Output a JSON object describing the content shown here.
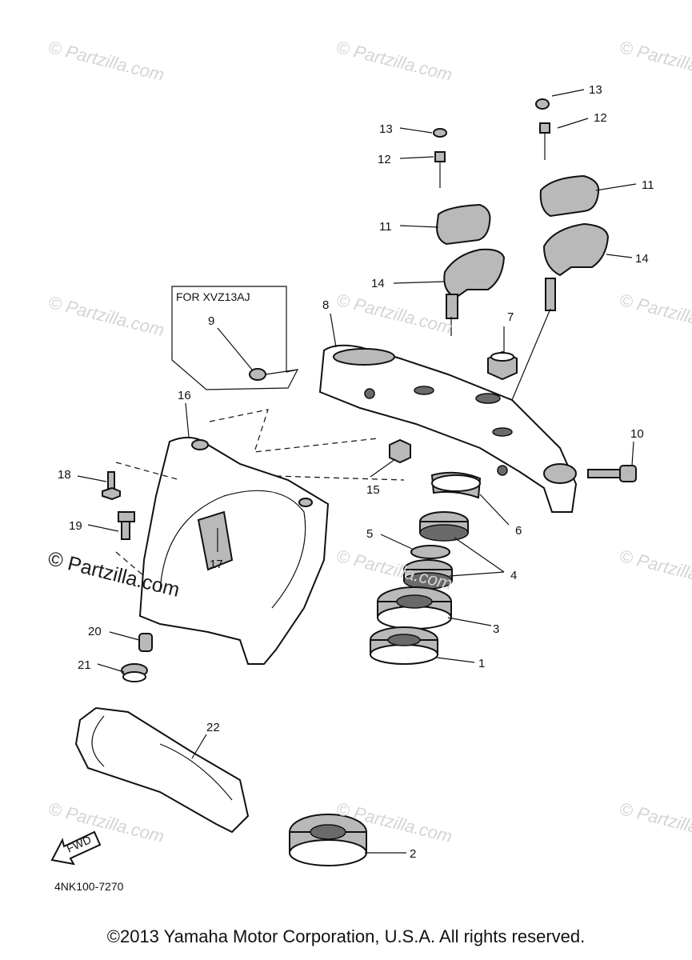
{
  "watermark": "© Partzilla.com",
  "box_title": "FOR XVZ13AJ",
  "fwd_label": "FWD",
  "diagram_code": "4NK100-7270",
  "copyright": "©2013 Yamaha Motor Corporation, U.S.A. All rights reserved.",
  "callouts": [
    "1",
    "2",
    "3",
    "4",
    "4",
    "5",
    "6",
    "7",
    "8",
    "9",
    "10",
    "11",
    "11",
    "12",
    "12",
    "13",
    "13",
    "14",
    "14",
    "15",
    "16",
    "17",
    "18",
    "19",
    "20",
    "21",
    "22"
  ]
}
